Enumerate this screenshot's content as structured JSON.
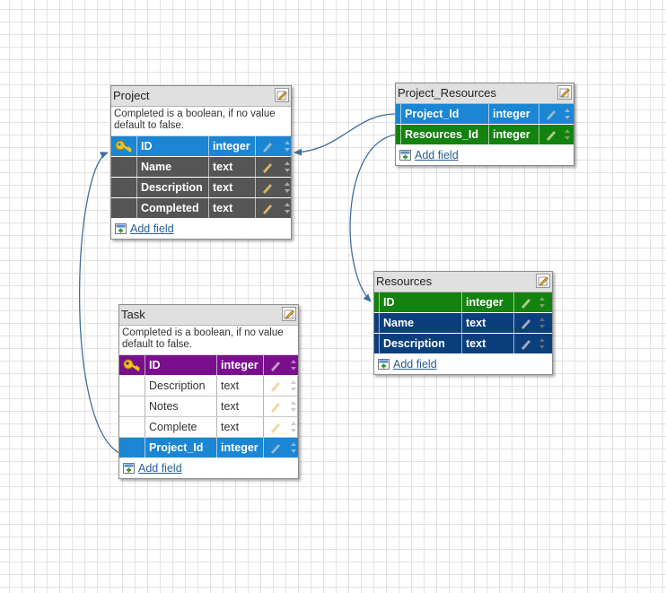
{
  "add_field_label": "Add field",
  "tables": {
    "project": {
      "title": "Project",
      "description": "Completed is a boolean, if no value default to false.",
      "fields": [
        {
          "name": "ID",
          "type": "integer"
        },
        {
          "name": "Name",
          "type": "text"
        },
        {
          "name": "Description",
          "type": "text"
        },
        {
          "name": "Completed",
          "type": "text"
        }
      ]
    },
    "project_resources": {
      "title": "Project_Resources",
      "fields": [
        {
          "name": "Project_Id",
          "type": "integer"
        },
        {
          "name": "Resources_Id",
          "type": "integer"
        }
      ]
    },
    "resources": {
      "title": "Resources",
      "fields": [
        {
          "name": "ID",
          "type": "integer"
        },
        {
          "name": "Name",
          "type": "text"
        },
        {
          "name": "Description",
          "type": "text"
        }
      ]
    },
    "task": {
      "title": "Task",
      "description": "Completed is a boolean, if no value default to false.",
      "fields": [
        {
          "name": "ID",
          "type": "integer"
        },
        {
          "name": "Description",
          "type": "text"
        },
        {
          "name": "Notes",
          "type": "text"
        },
        {
          "name": "Complete",
          "type": "text"
        },
        {
          "name": "Project_Id",
          "type": "integer"
        }
      ]
    }
  },
  "colors": {
    "relationship_line": "#3f6f9f",
    "primary_blue": "#1a86d4",
    "foreign_green": "#14820e",
    "navy": "#0b3f7c",
    "purple": "#7a0f8e",
    "dark": "#555555"
  },
  "icons": [
    "key-icon",
    "edit-table-icon",
    "pencil-icon",
    "up-down-arrows-icon",
    "add-field-icon"
  ]
}
